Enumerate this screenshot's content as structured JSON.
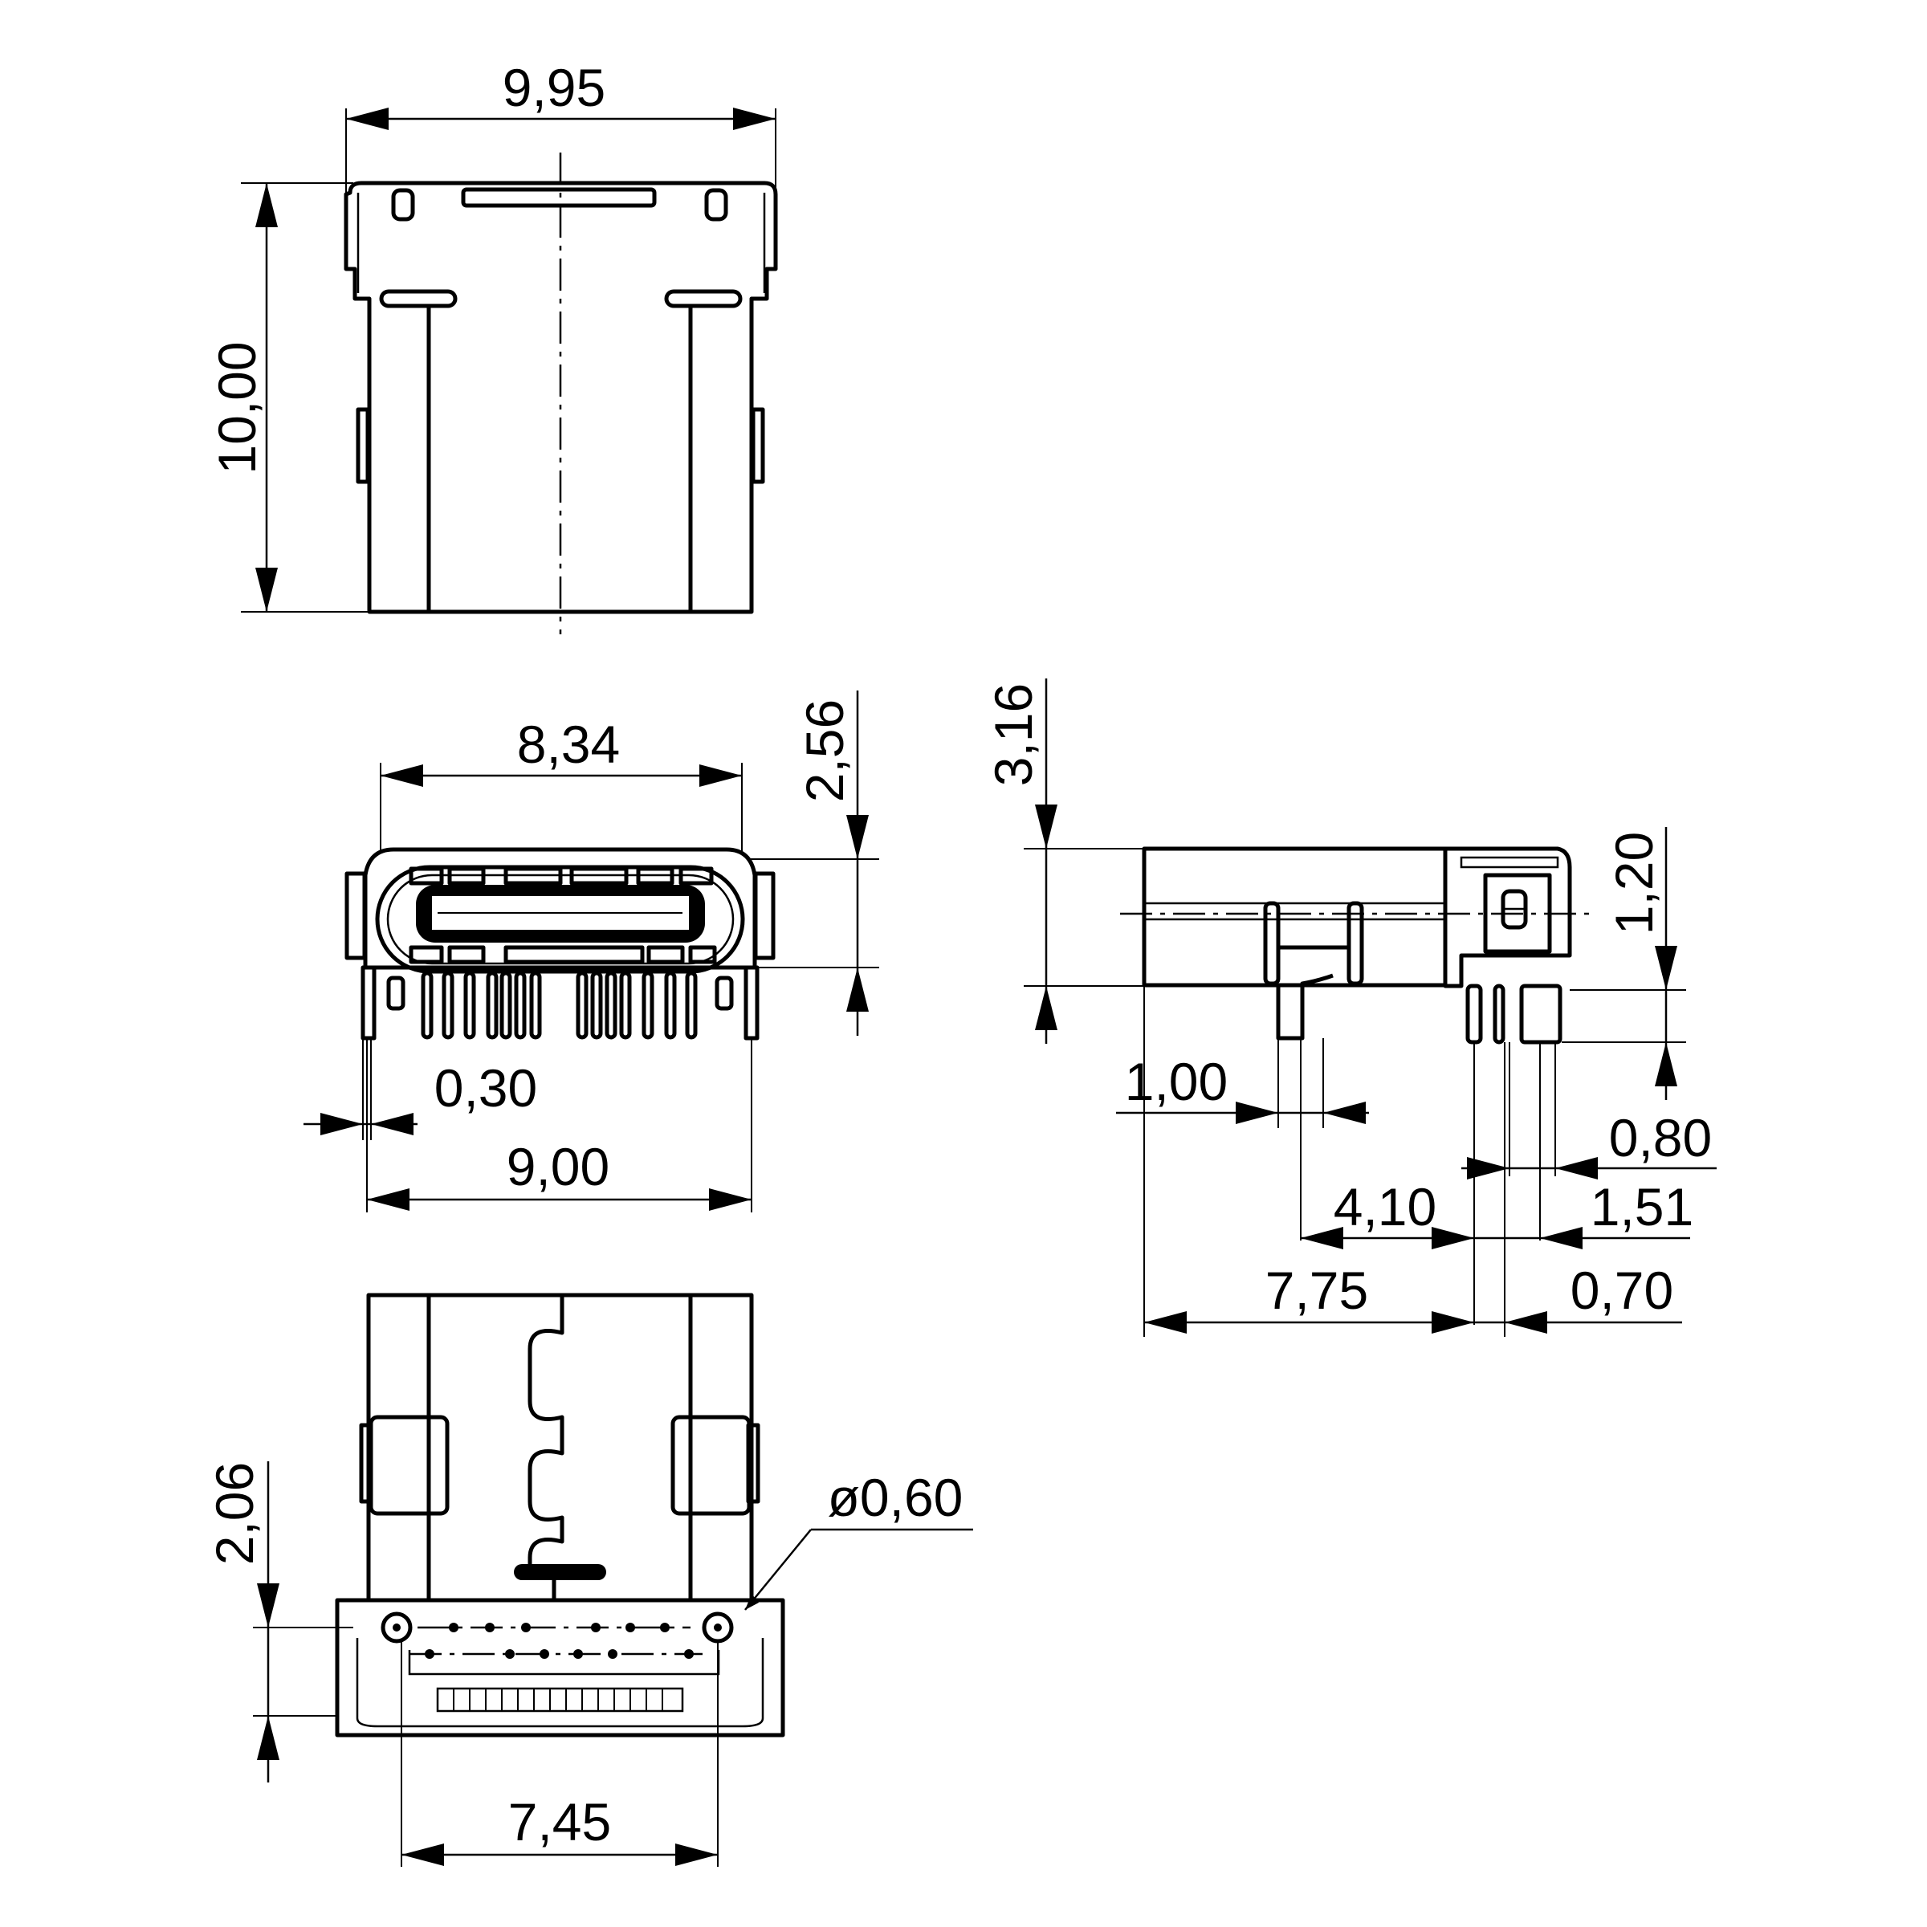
{
  "drawing": {
    "subject": "USB Type-C receptacle connector dimensional drawing",
    "units": "mm"
  },
  "views": {
    "top": {
      "width_label": "9,95",
      "height_label": "10,00"
    },
    "front": {
      "shell_width_label": "8,34",
      "opening_height_label": "2,56",
      "pin_width_label": "0,30",
      "overall_width_label": "9,00"
    },
    "side": {
      "height_label": "3,16",
      "center_offset_label": "1,20",
      "post_width_label": "1,00",
      "post_to_pin_label": "4,10",
      "body_length_label": "7,75",
      "pin_pitch_label": "0,80",
      "pin_offset_label": "1,51",
      "pin_to_edge_label": "0,70"
    },
    "bottom": {
      "row_offset_label": "2,06",
      "hole_diameter_label": "ø0,60",
      "hole_spacing_label": "7,45"
    }
  }
}
